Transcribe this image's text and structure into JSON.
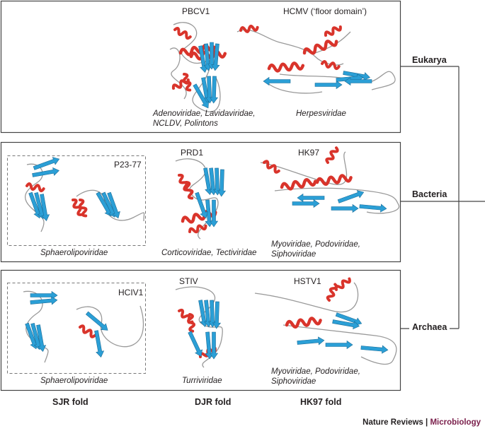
{
  "panels": [
    {
      "domain": "Eukarya",
      "structures": [
        {
          "name": "PBCV1",
          "families": [
            "Adenoviridae, Lavidaviridae,",
            "NCLDV, Polintons"
          ]
        },
        {
          "name": "HCMV (‘floor domain’)",
          "families": [
            "Herpesviridae"
          ]
        }
      ]
    },
    {
      "domain": "Bacteria",
      "structures": [
        {
          "name": "P23-77",
          "families": [
            "Sphaerolipoviridae"
          ]
        },
        {
          "name": "PRD1",
          "families": [
            "Corticoviridae, Tectiviridae"
          ]
        },
        {
          "name": "HK97",
          "families": [
            "Myoviridae, Podoviridae,",
            "Siphoviridae"
          ]
        }
      ]
    },
    {
      "domain": "Archaea",
      "structures": [
        {
          "name": "HCIV1",
          "families": [
            "Sphaerolipoviridae"
          ]
        },
        {
          "name": "STIV",
          "families": [
            "Turriviridae"
          ]
        },
        {
          "name": "HSTV1",
          "families": [
            "Myoviridae, Podoviridae,",
            "Siphoviridae"
          ]
        }
      ]
    }
  ],
  "folds": [
    "SJR fold",
    "DJR fold",
    "HK97 fold"
  ],
  "credit": {
    "journal_prefix": "Nature Reviews",
    "separator": "|",
    "journal_suffix": "Microbiology"
  },
  "colors": {
    "helix": "#d9342b",
    "strand": "#2b9fd6",
    "coil": "#9a9a9a",
    "frame": "#444444",
    "credit_accent": "#7a1f4b"
  }
}
